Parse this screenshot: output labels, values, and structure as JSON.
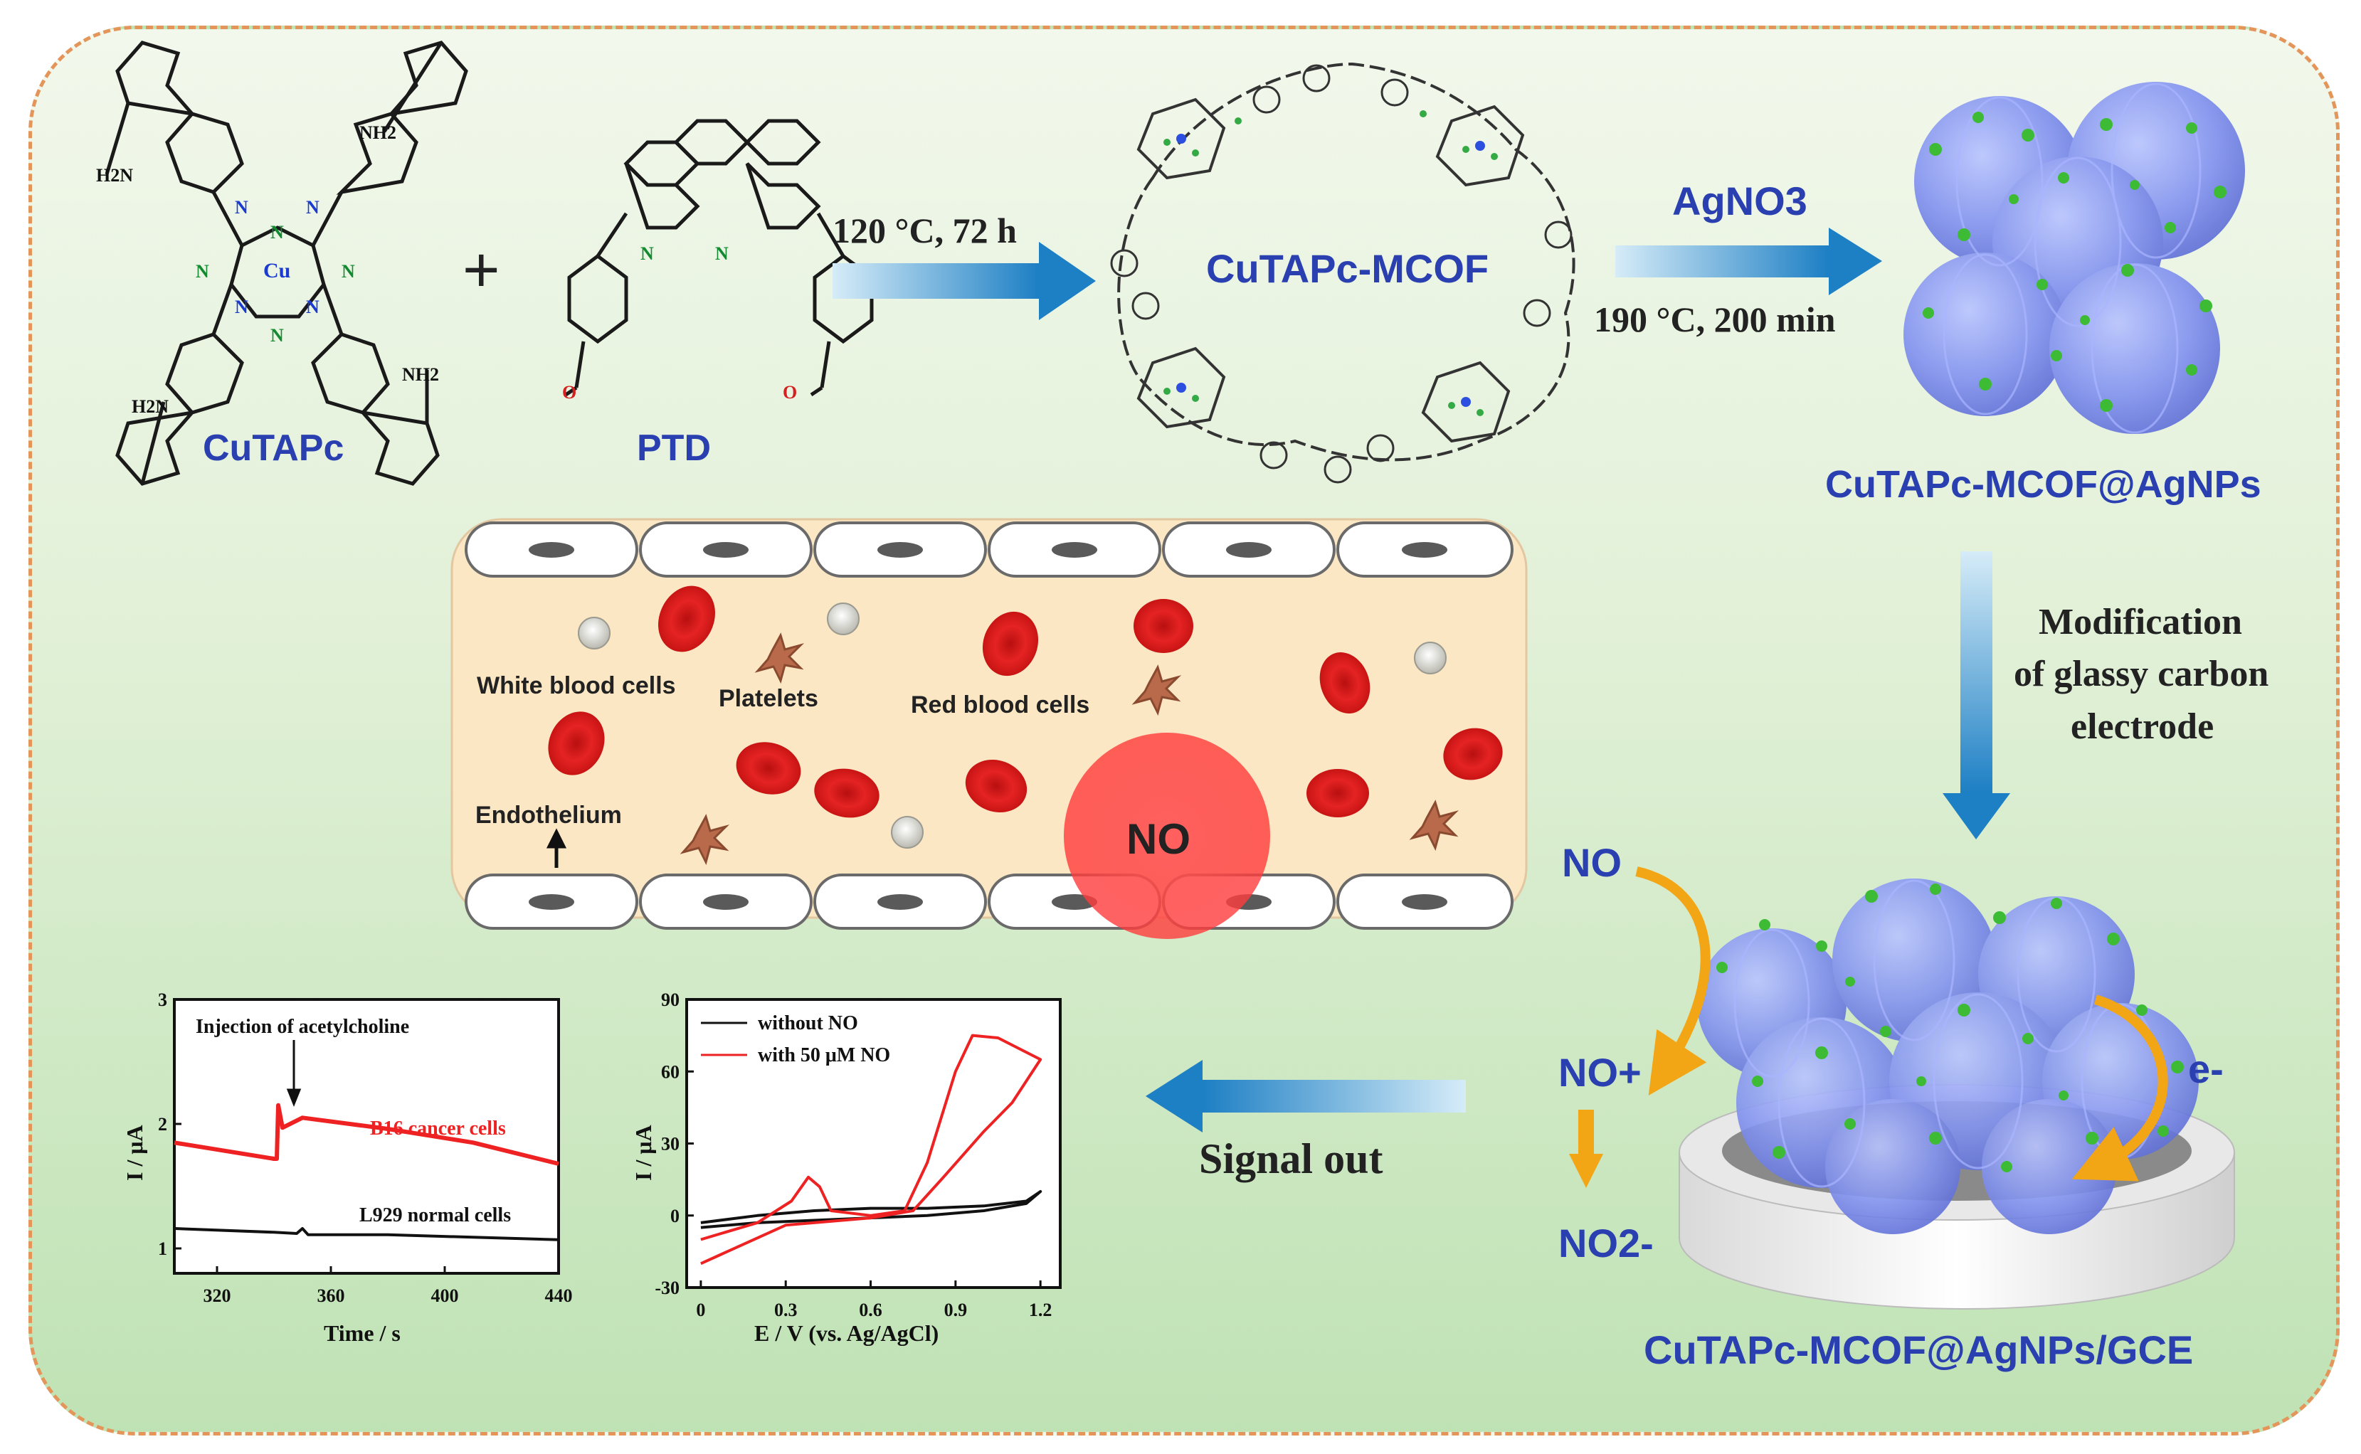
{
  "reactants": {
    "cutapc_label": "CuTAPc",
    "ptd_label": "PTD",
    "plus": "+",
    "atoms": {
      "nh2": "NH2",
      "h2n": "H2N",
      "cu": "Cu",
      "n": "N",
      "o": "O"
    }
  },
  "step1": {
    "condition": "120 °C, 72 h"
  },
  "mcof": {
    "label": "CuTAPc-MCOF"
  },
  "step2": {
    "reagent": "AgNO3",
    "condition": "190 °C, 200 min"
  },
  "agnps": {
    "label": "CuTAPc-MCOF@AgNPs"
  },
  "modification": {
    "line1": "Modification",
    "line2": "of glassy carbon",
    "line3": "electrode"
  },
  "vessel": {
    "white_cells": "White blood cells",
    "platelets": "Platelets",
    "red_cells": "Red blood cells",
    "endothelium": "Endothelium",
    "no": "NO"
  },
  "electrode": {
    "label": "CuTAPc-MCOF@AgNPs/GCE",
    "no": "NO",
    "no_plus": "NO+",
    "no2_minus": "NO2-",
    "e_minus": "e-"
  },
  "signal": {
    "label": "Signal out"
  },
  "chart_data": [
    {
      "type": "line",
      "title": "",
      "annotation": "Injection of acetylcholine",
      "xlabel": "Time / s",
      "ylabel": "I / μA",
      "xlim": [
        305,
        440
      ],
      "ylim": [
        0.8,
        3.0
      ],
      "xticks": [
        320,
        360,
        400,
        440
      ],
      "yticks": [
        1,
        2,
        3
      ],
      "series": [
        {
          "name": "B16 cancer cells",
          "color": "#ee2222",
          "points": [
            [
              305,
              1.85
            ],
            [
              340,
              1.72
            ],
            [
              341,
              1.72
            ],
            [
              341.5,
              2.15
            ],
            [
              343,
              1.97
            ],
            [
              350,
              2.05
            ],
            [
              380,
              1.96
            ],
            [
              410,
              1.85
            ],
            [
              440,
              1.68
            ]
          ]
        },
        {
          "name": "L929 normal cells",
          "color": "#111111",
          "points": [
            [
              305,
              1.16
            ],
            [
              340,
              1.13
            ],
            [
              348,
              1.12
            ],
            [
              350,
              1.16
            ],
            [
              352,
              1.11
            ],
            [
              380,
              1.11
            ],
            [
              410,
              1.09
            ],
            [
              440,
              1.07
            ]
          ]
        }
      ]
    },
    {
      "type": "line",
      "title": "",
      "xlabel": "E / V (vs. Ag/AgCl)",
      "ylabel": "I / μA",
      "xlim": [
        -0.05,
        1.27
      ],
      "ylim": [
        -30,
        90
      ],
      "xticks": [
        0.0,
        0.3,
        0.6,
        0.9,
        1.2
      ],
      "yticks": [
        -30,
        0,
        30,
        60,
        90
      ],
      "series": [
        {
          "name": "without NO",
          "color": "#111111",
          "points": [
            [
              0.0,
              -3
            ],
            [
              0.2,
              0
            ],
            [
              0.4,
              2
            ],
            [
              0.6,
              3
            ],
            [
              0.8,
              3
            ],
            [
              1.0,
              4
            ],
            [
              1.15,
              6
            ],
            [
              1.2,
              10
            ],
            [
              1.15,
              5
            ],
            [
              1.0,
              2
            ],
            [
              0.8,
              0
            ],
            [
              0.6,
              -1
            ],
            [
              0.4,
              -2
            ],
            [
              0.2,
              -3
            ],
            [
              0.0,
              -5
            ]
          ]
        },
        {
          "name": "with 50 μM NO",
          "color": "#ee2222",
          "points": [
            [
              0.0,
              -10
            ],
            [
              0.2,
              -3
            ],
            [
              0.32,
              6
            ],
            [
              0.38,
              16
            ],
            [
              0.42,
              12
            ],
            [
              0.46,
              2
            ],
            [
              0.6,
              0
            ],
            [
              0.72,
              2
            ],
            [
              0.8,
              22
            ],
            [
              0.9,
              60
            ],
            [
              0.96,
              75
            ],
            [
              1.05,
              74
            ],
            [
              1.2,
              65
            ],
            [
              1.1,
              47
            ],
            [
              1.0,
              35
            ],
            [
              0.85,
              15
            ],
            [
              0.75,
              2
            ],
            [
              0.6,
              -1
            ],
            [
              0.4,
              -3
            ],
            [
              0.3,
              -4
            ],
            [
              0.15,
              -12
            ],
            [
              0.0,
              -20
            ]
          ]
        }
      ]
    }
  ]
}
